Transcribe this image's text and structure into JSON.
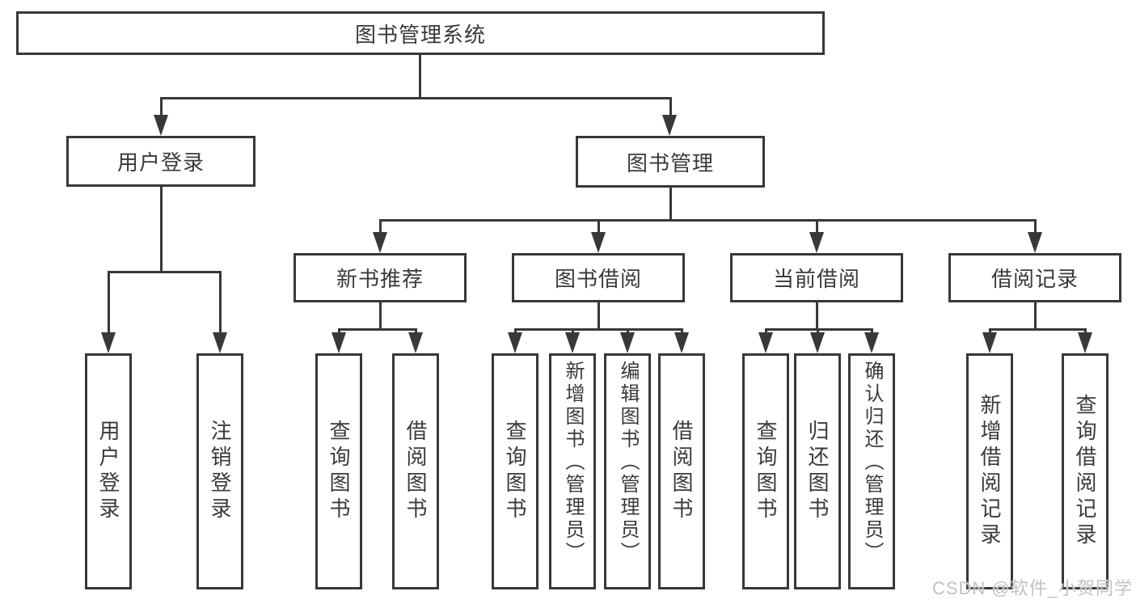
{
  "diagram": {
    "title": "图书管理系统",
    "root": {
      "label": "图书管理系统"
    },
    "level2": [
      {
        "label": "用户登录"
      },
      {
        "label": "图书管理"
      }
    ],
    "level3": [
      {
        "label": "新书推荐"
      },
      {
        "label": "图书借阅"
      },
      {
        "label": "当前借阅"
      },
      {
        "label": "借阅记录"
      }
    ],
    "leaves": {
      "login": [
        {
          "label": "用户登录"
        },
        {
          "label": "注销登录"
        }
      ],
      "recommend": [
        {
          "label": "查询图书"
        },
        {
          "label": "借阅图书"
        }
      ],
      "borrow": [
        {
          "label": "查询图书"
        },
        {
          "label": "新增图书（管理员）"
        },
        {
          "label": "编辑图书（管理员）"
        },
        {
          "label": "借阅图书"
        }
      ],
      "current": [
        {
          "label": "查询图书"
        },
        {
          "label": "归还图书"
        },
        {
          "label": "确认归还（管理员）"
        }
      ],
      "records": [
        {
          "label": "新增借阅记录"
        },
        {
          "label": "查询借阅记录"
        }
      ]
    },
    "watermark": "CSDN @软件_小贺同学",
    "colors": {
      "line": "#383838",
      "text": "#3a3a3a",
      "background": "#ffffff",
      "watermark": "#c2c2c2"
    }
  }
}
